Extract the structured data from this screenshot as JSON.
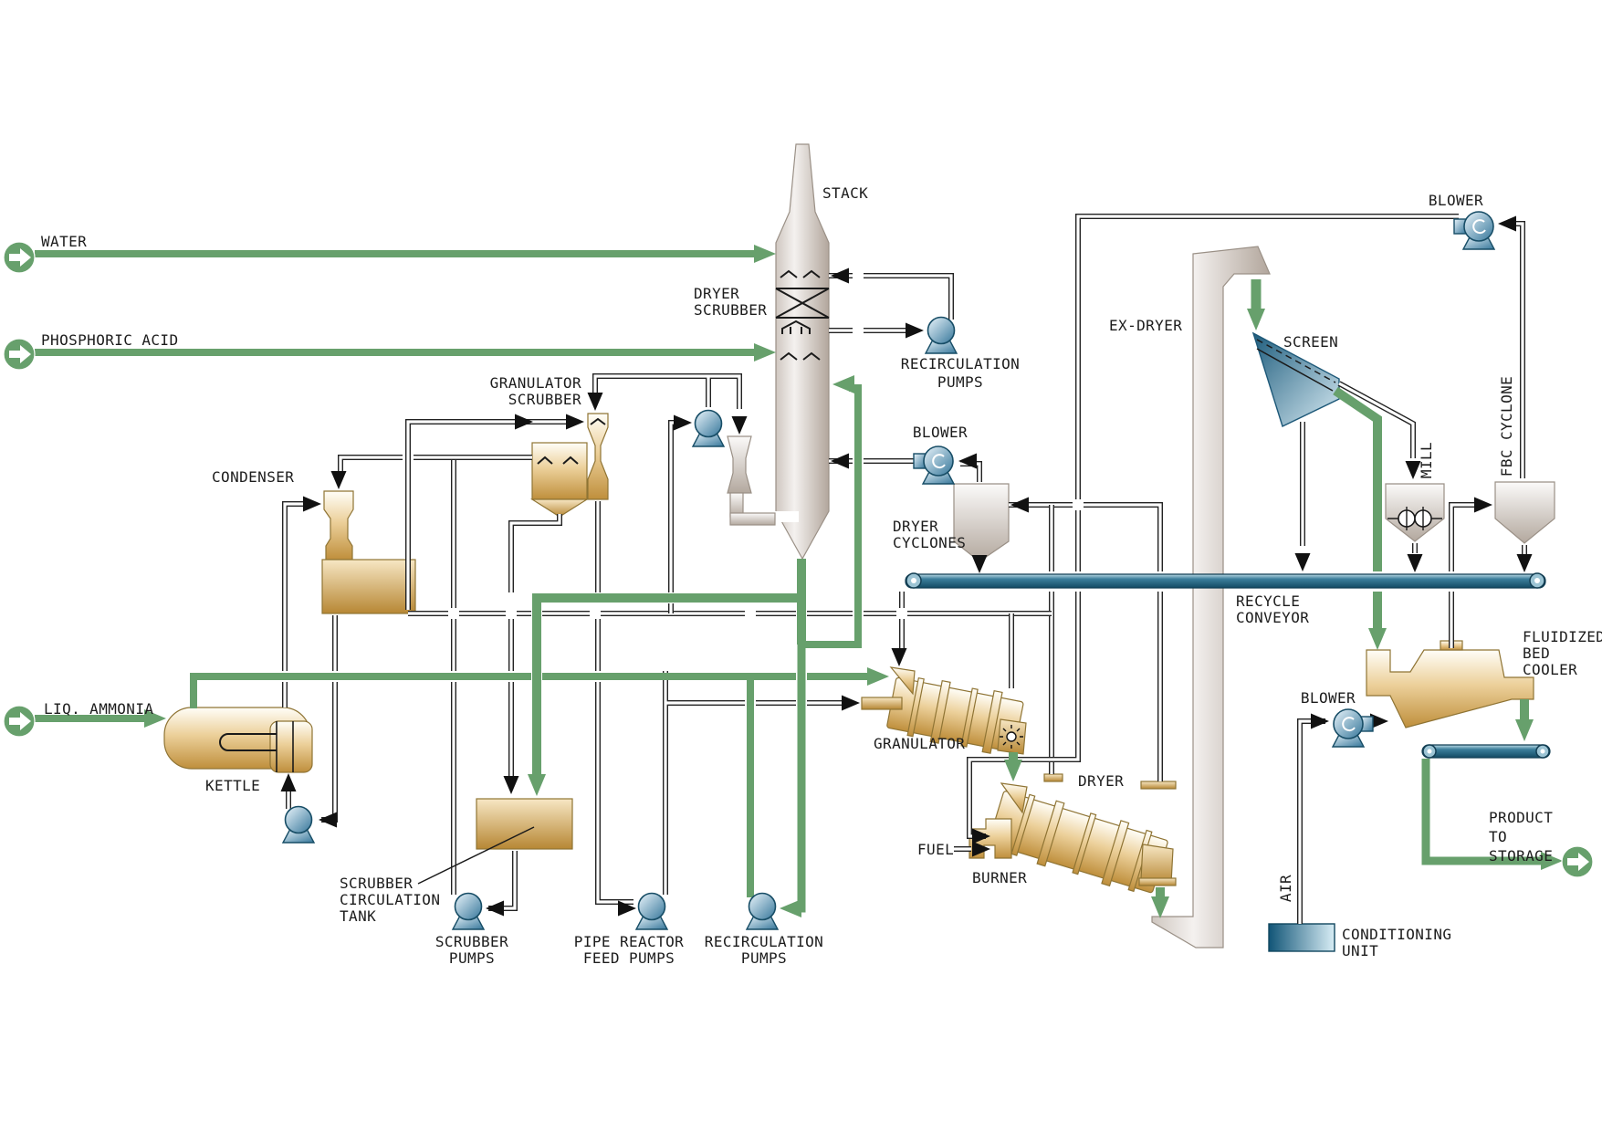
{
  "labels": {
    "water": "WATER",
    "phosphoric_acid": "PHOSPHORIC ACID",
    "liq_ammonia": "LIQ. AMMONIA",
    "stack": "STACK",
    "dryer_scrubber": [
      "DRYER",
      "SCRUBBER"
    ],
    "recirc_pumps_top": [
      "RECIRCULATION",
      "PUMPS"
    ],
    "condenser": "CONDENSER",
    "granulator_scrubber": [
      "GRANULATOR",
      "SCRUBBER"
    ],
    "kettle": "KETTLE",
    "scrubber_circ_tank": [
      "SCRUBBER",
      "CIRCULATION",
      "TANK"
    ],
    "scrubber_pumps": [
      "SCRUBBER",
      "PUMPS"
    ],
    "pipe_reactor_feed_pumps": [
      "PIPE REACTOR",
      "FEED PUMPS"
    ],
    "recirc_pumps_bottom": [
      "RECIRCULATION",
      "PUMPS"
    ],
    "blower_mid": "BLOWER",
    "dryer_cyclones": [
      "DRYER",
      "CYCLONES"
    ],
    "granulator": "GRANULATOR",
    "dryer": "DRYER",
    "burner": "BURNER",
    "fuel": "FUEL",
    "ex_dryer": "EX-DRYER",
    "screen": "SCREEN",
    "mill": "MILL",
    "fbc_cyclone": "FBC CYCLONE",
    "blower_top": "BLOWER",
    "recycle_conveyor": [
      "RECYCLE",
      "CONVEYOR"
    ],
    "fluidized_bed_cooler": [
      "FLUIDIZED",
      "BED",
      "COOLER"
    ],
    "blower_cooler": "BLOWER",
    "air": "AIR",
    "conditioning_unit": [
      "CONDITIONING",
      "UNIT"
    ],
    "product_to_storage": [
      "PRODUCT",
      "TO",
      "STORAGE"
    ]
  },
  "colors": {
    "process_green": "#67a06c",
    "vessel_tan": "#c49145",
    "vessel_gray": "#b5aaa0",
    "conveyor_teal": "#1c5a78",
    "pump_blue": "#3e7fa0",
    "line_black": "#222222"
  }
}
